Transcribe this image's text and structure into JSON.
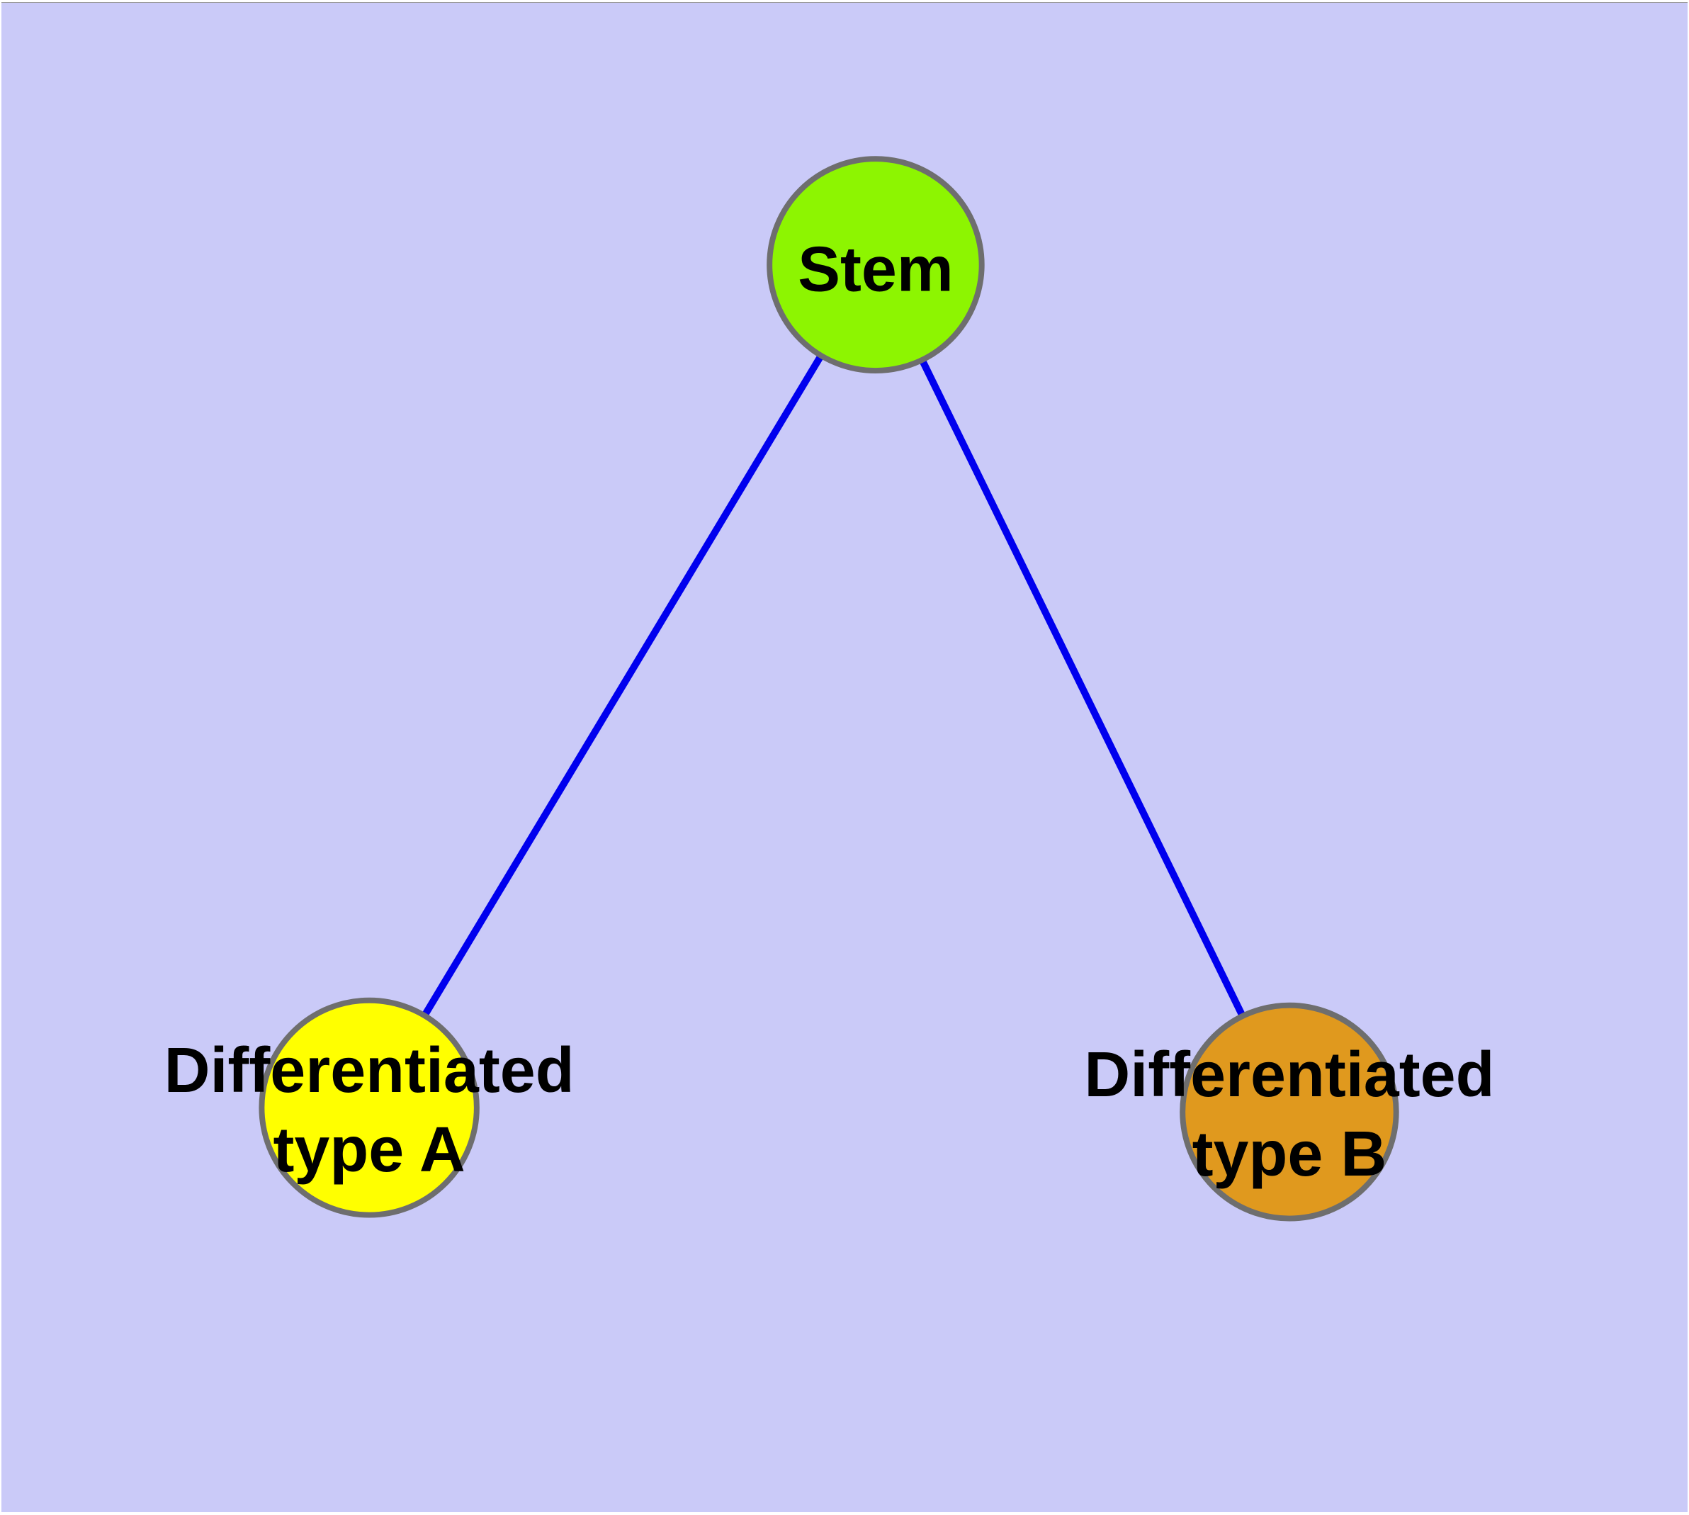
{
  "diagram": {
    "type": "graph",
    "description": "Stem cell differentiation graph: one stem node connected to two differentiated cell type nodes",
    "background": "#CACAF8",
    "edge_color": "#0000EE",
    "node_stroke_color": "#6E6E6E",
    "label_color": "#000000",
    "nodes": [
      {
        "id": "stem",
        "label": "Stem",
        "label_lines": {
          "0": "Stem"
        },
        "fill": "#8DF501"
      },
      {
        "id": "differentiated-type-a",
        "label": "Differentiated type A",
        "label_lines": {
          "0": "Differentiated",
          "1": "type A"
        },
        "fill": "#FFFF00"
      },
      {
        "id": "differentiated-type-b",
        "label": "Differentiated type B",
        "label_lines": {
          "0": "Differentiated",
          "1": "type B"
        },
        "fill": "#E0991E"
      }
    ],
    "edges": [
      {
        "from": "Stem",
        "to": "Differentiated type A"
      },
      {
        "from": "Stem",
        "to": "Differentiated type B"
      }
    ]
  }
}
